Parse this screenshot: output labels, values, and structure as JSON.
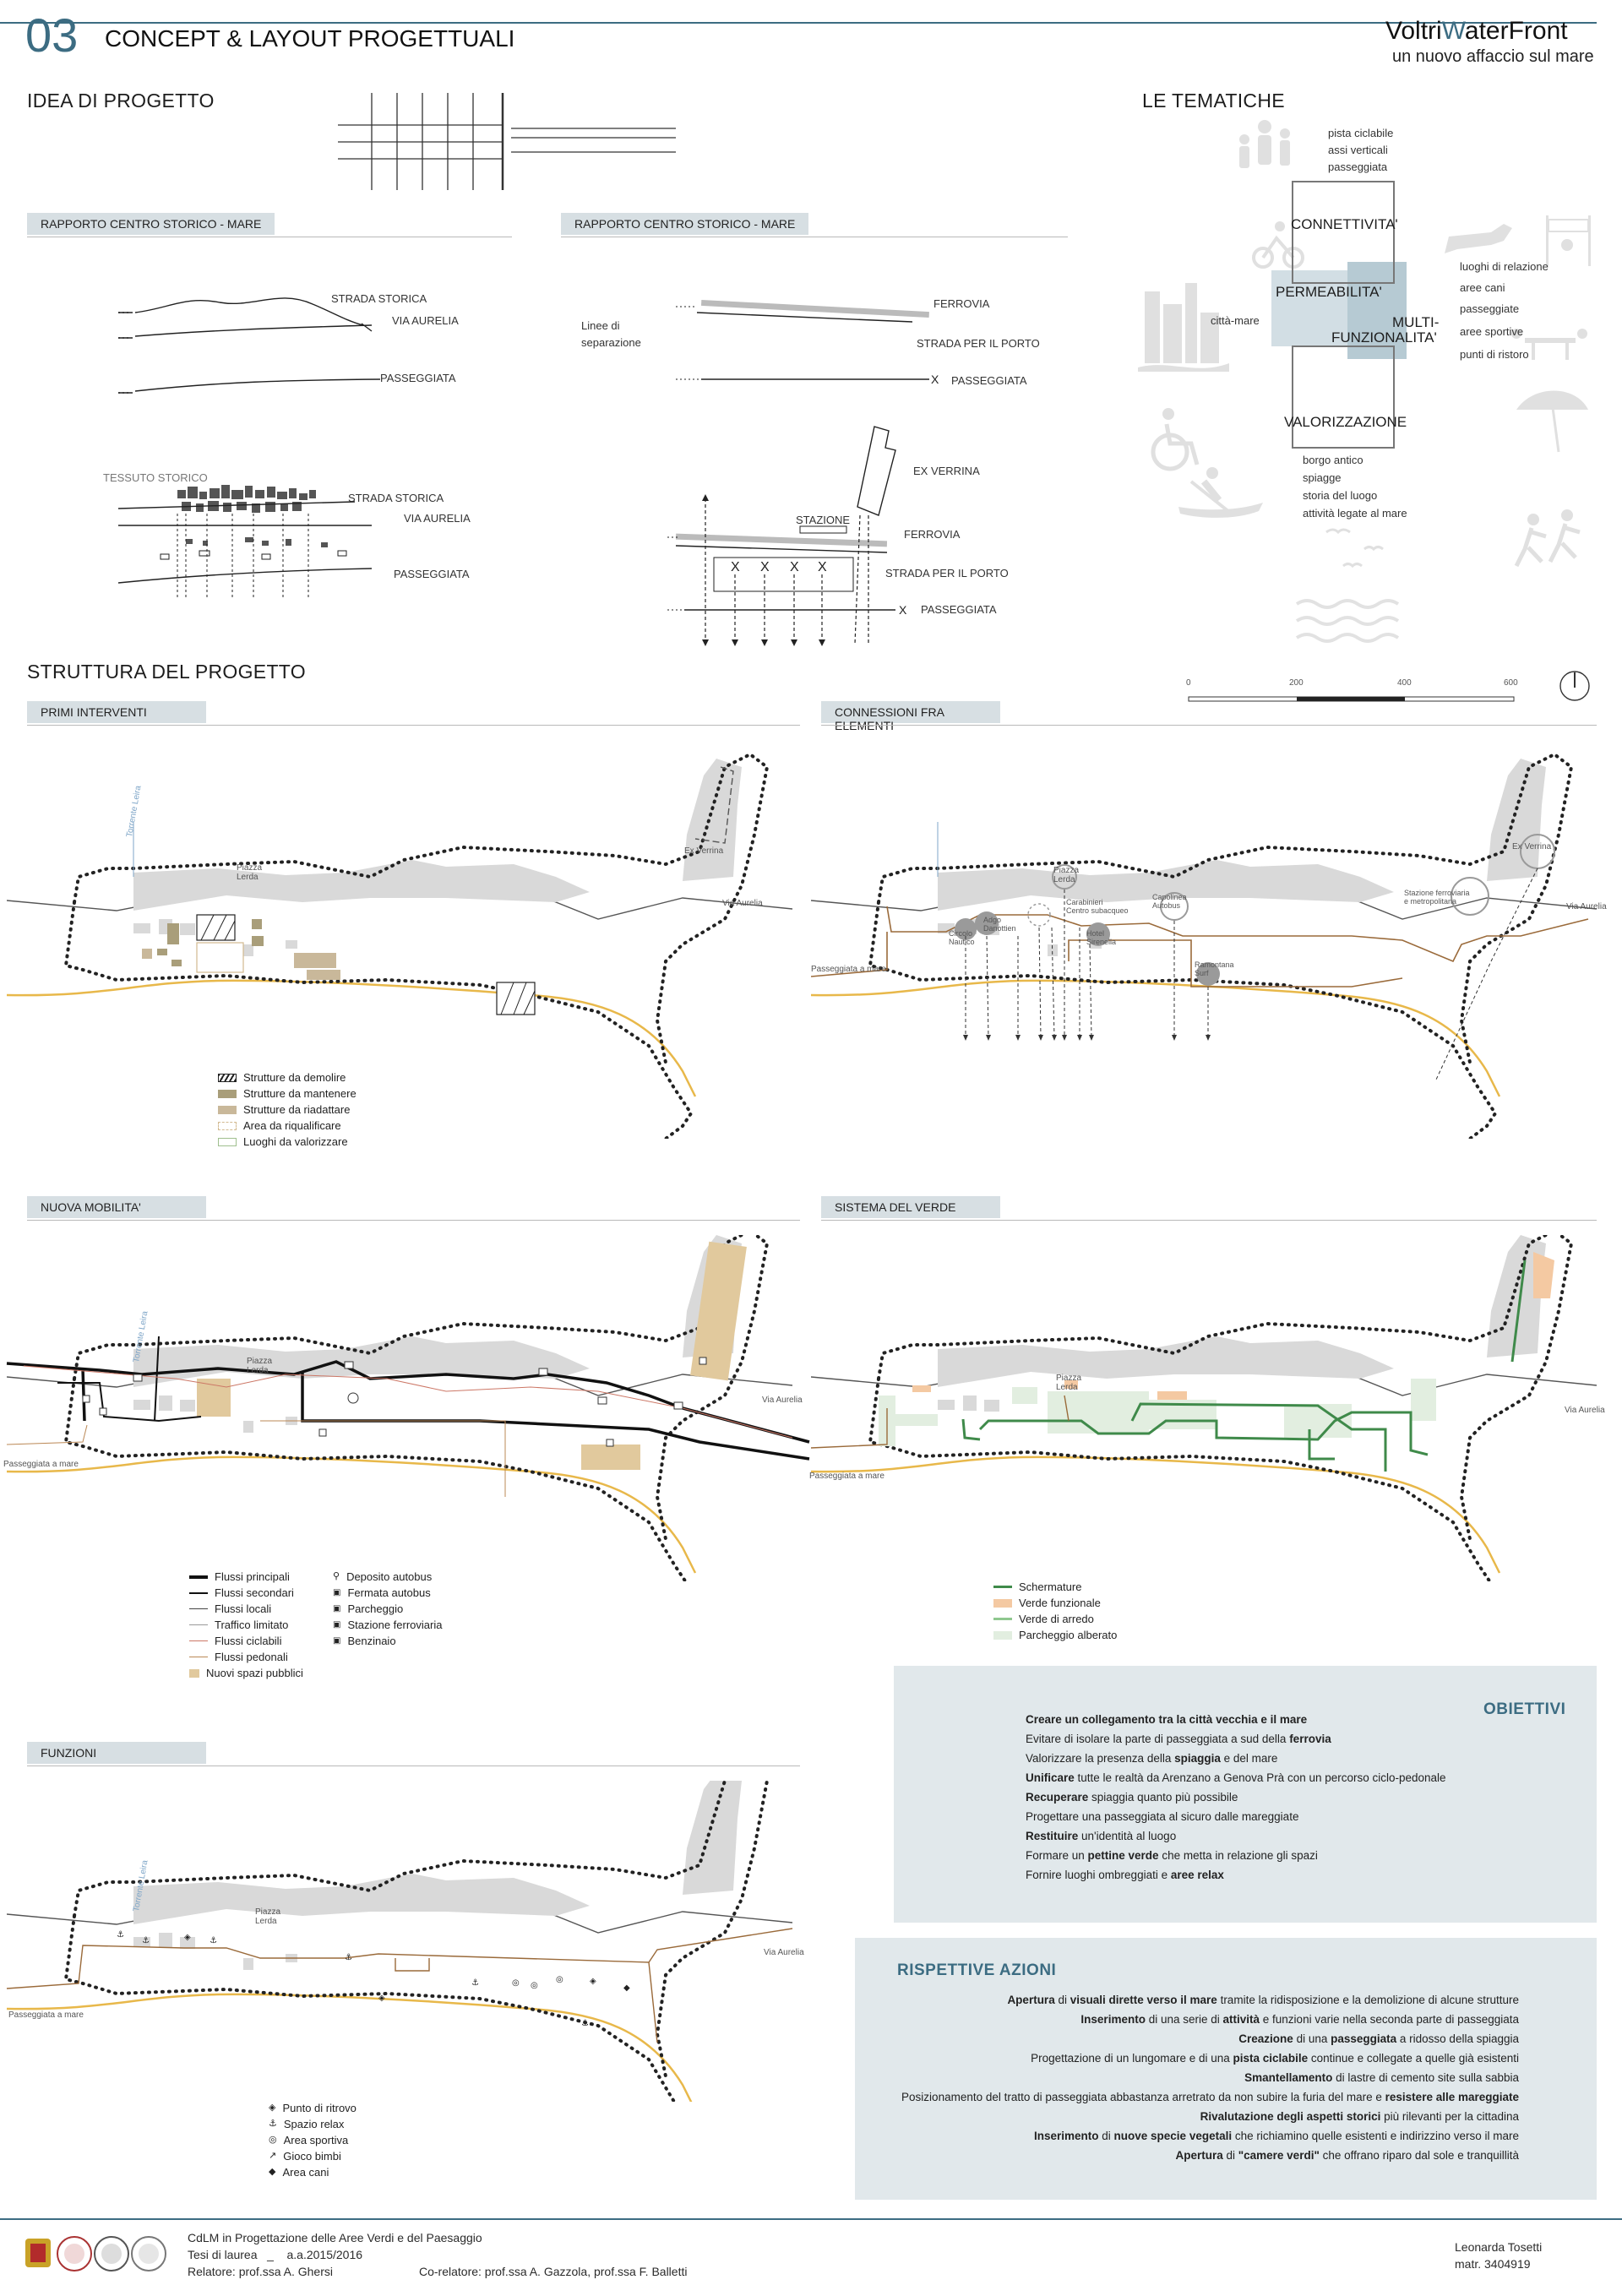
{
  "header": {
    "number": "03",
    "title": "CONCEPT & LAYOUT PROGETTUALI",
    "brand_part1": "Voltri",
    "brand_part2": "W",
    "brand_part3": "aterFront",
    "subtitle": "un nuovo affaccio sul mare"
  },
  "sections": {
    "idea": "IDEA DI PROGETTO",
    "tematiche": "LE TEMATICHE",
    "struttura": "STRUTTURA DEL PROGETTO"
  },
  "idea": {
    "tag_left": "RAPPORTO CENTRO STORICO - MARE",
    "tag_right": "RAPPORTO CENTRO STORICO - MARE",
    "strada_storica": "STRADA STORICA",
    "via_aurelia": "VIA AURELIA",
    "passeggiata": "PASSEGGIATA",
    "tessuto_storico": "TESSUTO STORICO",
    "strada_storica_2": "STRADA STORICA",
    "via_aurelia_2": "VIA AURELIA",
    "passeggiata_2": "PASSEGGIATA",
    "linee_line1": "Linee di",
    "linee_line2": "separazione",
    "ferrovia": "FERROVIA",
    "strada_porto": "STRADA PER IL PORTO",
    "passeggiata_r": "PASSEGGIATA",
    "ex_verrina": "EX VERRINA",
    "stazione": "STAZIONE",
    "ferrovia_2": "FERROVIA",
    "strada_porto_2": "STRADA PER IL PORTO",
    "passeggiata_r2": "PASSEGGIATA"
  },
  "tematiche": {
    "top_list": [
      "pista ciclabile",
      "assi verticali",
      "passeggiata"
    ],
    "connettivita": "CONNETTIVITA'",
    "permeabilita": "PERMEABILITA'",
    "citta_mare": "città-mare",
    "multi_1": "MULTI-",
    "multi_2": "FUNZIONALITA'",
    "right_list": [
      "luoghi di relazione",
      "aree cani",
      "passeggiate",
      "aree sportive",
      "punti di ristoro"
    ],
    "valorizzazione": "VALORIZZAZIONE",
    "bottom_list": [
      "borgo antico",
      "spiagge",
      "storia del luogo",
      "attività legate al mare"
    ]
  },
  "scale": {
    "ticks": [
      "0",
      "200",
      "400",
      "600"
    ]
  },
  "maps": {
    "primi": {
      "tag": "PRIMI INTERVENTI",
      "legend": [
        "Strutture da demolire",
        "Strutture da mantenere",
        "Strutture da riadattare",
        "Area da riqualificare",
        "Luoghi da valorizzare"
      ]
    },
    "connessioni": {
      "tag": "CONNESSIONI FRA ELEMENTI",
      "nodes": [
        "Adgo\nDanottien",
        "Circolo\nNautico",
        "Carabinieri\nCentro subacqueo",
        "Hotel\nSirenella",
        "Capolinea\nAutobus",
        "Stazione ferroviaria\ne metropolitana",
        "Ramontana\nSurf",
        "Ex Verrina",
        "Piazza\nLerda"
      ]
    },
    "mobilita": {
      "tag": "NUOVA MOBILITA'",
      "legend_left": [
        "Flussi principali",
        "Flussi secondari",
        "Flussi locali",
        "Traffico limitato",
        "Flussi ciclabili",
        "Flussi pedonali",
        "Nuovi spazi pubblici"
      ],
      "legend_right": [
        "Deposito autobus",
        "Fermata autobus",
        "Parcheggio",
        "Stazione ferroviaria",
        "Benzinaio"
      ]
    },
    "verde": {
      "tag": "SISTEMA DEL VERDE",
      "legend": [
        "Schermature",
        "Verde funzionale",
        "Verde di arredo",
        "Parcheggio alberato"
      ]
    },
    "funzioni": {
      "tag": "FUNZIONI",
      "legend": [
        "Punto di ritrovo",
        "Spazio relax",
        "Area sportiva",
        "Gioco bimbi",
        "Area cani"
      ]
    },
    "common": {
      "piazza_lerda": "Piazza\nLerda",
      "via_aurelia": "Via Aurelia",
      "passeggiata_mare": "Passeggiata a mare",
      "torrente": "Torrente Leira",
      "ex_verrina": "Ex Verrina"
    }
  },
  "obiettivi": {
    "title": "OBIETTIVI",
    "items": [
      {
        "b": "Creare un collegamento tra la città vecchia e il mare",
        "t": ""
      },
      {
        "pre": "Evitare di isolare la parte di passeggiata a sud della ",
        "b": "ferrovia",
        "t": ""
      },
      {
        "pre": "Valorizzare la presenza della ",
        "b": "spiaggia",
        "t": " e del mare"
      },
      {
        "b": "Unificare",
        "t": " tutte le realtà da Arenzano a Genova Prà con un percorso ciclo-pedonale"
      },
      {
        "b": "Recuperare",
        "t": " spiaggia quanto più possibile"
      },
      {
        "pre": "Progettare una passeggiata al sicuro dalle mareggiate",
        "b": "",
        "t": ""
      },
      {
        "b": "Restituire",
        "t": " un'identità al luogo"
      },
      {
        "pre": "Formare un ",
        "b": "pettine verde",
        "t": " che metta in relazione gli spazi"
      },
      {
        "pre": "Fornire luoghi ombreggiati e ",
        "b": "aree relax",
        "t": ""
      }
    ]
  },
  "azioni": {
    "title": "RISPETTIVE AZIONI",
    "items": [
      {
        "b": "Apertura",
        "t": " di ",
        "b2": "visuali dirette verso il mare",
        "t2": " tramite la ridisposizione e la demolizione di alcune strutture"
      },
      {
        "b": "Inserimento",
        "t": " di una serie di ",
        "b2": "attività",
        "t2": " e funzioni varie nella seconda parte di passeggiata"
      },
      {
        "b": "Creazione",
        "t": " di una ",
        "b2": "passeggiata",
        "t2": " a ridosso della spiaggia"
      },
      {
        "pre": "Progettazione di un lungomare e di una ",
        "b": "pista ciclabile",
        "t": " continue e collegate a quelle già esistenti"
      },
      {
        "b": "Smantellamento",
        "t": " di lastre di cemento site sulla sabbia"
      },
      {
        "pre": "Posizionamento del tratto di passeggiata abbastanza arretrato da non subire la furia del mare e ",
        "b": "resistere alle mareggiate",
        "t": ""
      },
      {
        "b": "Rivalutazione degli aspetti storici",
        "t": " più rilevanti per la cittadina"
      },
      {
        "b": "Inserimento",
        "t": " di ",
        "b2": "nuove specie vegetali",
        "t2": " che richiamino quelle esistenti e indirizzino verso il mare"
      },
      {
        "b": "Apertura",
        "t": " di ",
        "b2": "\"camere verdi\"",
        "t2": " che offrano riparo dal sole e tranquillità"
      }
    ]
  },
  "footer": {
    "course": "CdLM in Progettazione delle Aree Verdi e del Paesaggio",
    "thesis": "Tesi di laurea   _    a.a.2015/2016",
    "relatore": "Relatore: prof.ssa A. Ghersi",
    "correlatore": "Co-relatore: prof.ssa A. Gazzola, prof.ssa F. Balletti",
    "author": "Leonarda Tosetti",
    "matr": "matr. 3404919"
  },
  "colors": {
    "accent": "#3c6c82",
    "tag_bg": "#d7dfe3",
    "beach": "#e8b84a",
    "brown": "#9a6a3a",
    "green": "#3f8a4a",
    "maintain": "#a99e7a",
    "new_space": "#e1c99d"
  }
}
